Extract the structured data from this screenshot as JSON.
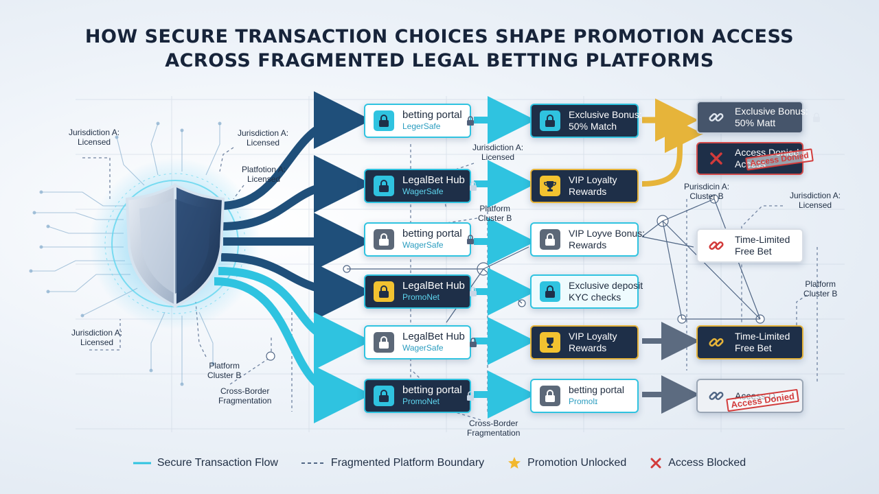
{
  "title": {
    "line1": "How Secure Transaction Choices Shape Promotion Access",
    "line2": "Across Fragmented Legal Betting Platforms"
  },
  "colors": {
    "navy": "#1e2f48",
    "cyan": "#2fc3e0",
    "gold": "#e6b43a",
    "red": "#d23b3b",
    "arrow_blue": "#1f4f7a",
    "gray": "#6b7a8f"
  },
  "center_icon": "shield-icon",
  "labels": {
    "jur_left_top": "Jurisdiction A:\nLicensed",
    "jur_left_mid": "Jurisdiction A:\nLicensed",
    "jur_left_top2": "Jurisdiction A:\nLicensed",
    "platform_left_top": "Platfotion A:\nLicensed",
    "platform_left_bottom": "Platform\nCluster B",
    "crossborder_left": "Cross-Border\nFragmentation",
    "jur_mid": "Jurisdiction A:\nLicensed",
    "platform_mid": "Platform\nCluster B",
    "crossborder_mid": "Cross-Border\nFragmentation",
    "jur_right_mid": "Purisdicin A:\nCluster B",
    "jur_right": "Jurisdiction A:\nLicensed",
    "platform_right": "Platform\nCluster B"
  },
  "platforms": [
    {
      "name": "betting portal",
      "sub": "LegerSafe",
      "icon": "lock-icon"
    },
    {
      "name": "LegalBet Hub",
      "sub": "WagerSafe",
      "icon": "lock-icon"
    },
    {
      "name": "betting portal",
      "sub": "WagerSafe",
      "icon": "lock-icon"
    },
    {
      "name": "LegalBet Hub",
      "sub": "PromoNet",
      "icon": "lock-icon"
    },
    {
      "name": "LegalBet Hub",
      "sub": "WagerSafe",
      "icon": "lock-icon"
    },
    {
      "name": "betting portal",
      "sub": "PromoNet",
      "icon": "lock-icon"
    }
  ],
  "promotions": [
    {
      "line1": "Exclusive Bonus:",
      "line2": "50% Match",
      "icon": "lock-icon"
    },
    {
      "line1": "VIP Loyalty",
      "line2": "Rewards",
      "icon": "trophy-icon"
    },
    {
      "line1": "VIP Loyve Bonus:",
      "line2": "Rewards",
      "icon": "lock-icon"
    },
    {
      "line1": "Exclusive deposit",
      "line2": "KYC checks",
      "icon": "lock-icon"
    },
    {
      "line1": "VIP Loyalty",
      "line2": "Rewards",
      "icon": "trophy-icon"
    },
    {
      "line1": "betting portal",
      "line2": "Promolɪ",
      "icon": "lock-icon"
    }
  ],
  "outcomes": [
    {
      "line1": "Exclusive Bonus:",
      "line2": "50% Matt",
      "icon": "link-icon"
    },
    {
      "line1": "Access Donied",
      "line2": "Access",
      "stamp": "Access Donied",
      "icon": "x-icon"
    },
    {
      "line1": "Time-Limited",
      "line2": "Free Bet",
      "icon": "link-icon"
    },
    {
      "line1": "Time-Limited",
      "line2": "Free Bet",
      "icon": "link-icon"
    },
    {
      "line1": "Access D",
      "line2": "",
      "stamp": "Access Donied",
      "icon": "link-icon"
    }
  ],
  "legend": [
    {
      "label": "Secure Transaction Flow",
      "icon": "solid-line-icon"
    },
    {
      "label": "Fragmented Platform Boundary",
      "icon": "dashed-line-icon"
    },
    {
      "label": "Promotion Unlocked",
      "icon": "star-icon"
    },
    {
      "label": "Access Blocked",
      "icon": "x-icon"
    }
  ]
}
